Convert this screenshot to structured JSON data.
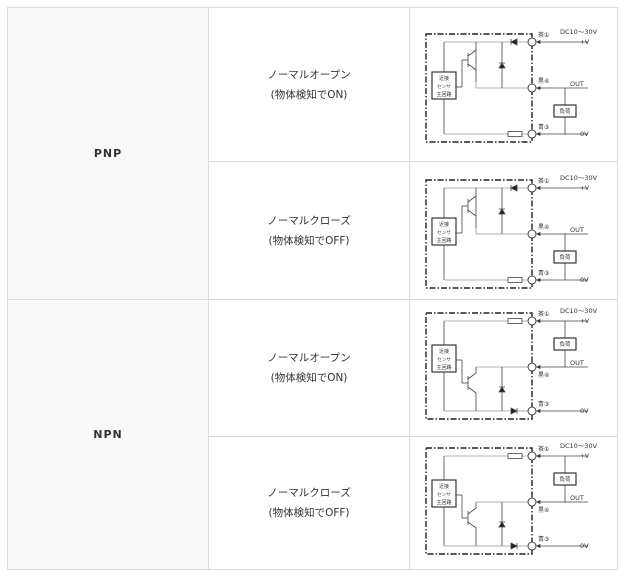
{
  "rows": [
    {
      "type": "PNP",
      "variants": [
        {
          "mode": "ノーマルオープン",
          "note": "(物体検知でON)",
          "kind": "pnp"
        },
        {
          "mode": "ノーマルクローズ",
          "note": "(物体検知でOFF)",
          "kind": "pnp"
        }
      ]
    },
    {
      "type": "NPN",
      "variants": [
        {
          "mode": "ノーマルオープン",
          "note": "(物体検知でON)",
          "kind": "npn"
        },
        {
          "mode": "ノーマルクローズ",
          "note": "(物体検知でOFF)",
          "kind": "npn"
        }
      ]
    }
  ],
  "diagram": {
    "supply": "DC10～30V",
    "plus": "+V",
    "out": "OUT",
    "zero": "0V",
    "load": "負荷",
    "circuit": [
      "近接",
      "センサ",
      "主回路"
    ],
    "brown": "茶①",
    "black": "黒④",
    "blue": "青③"
  }
}
